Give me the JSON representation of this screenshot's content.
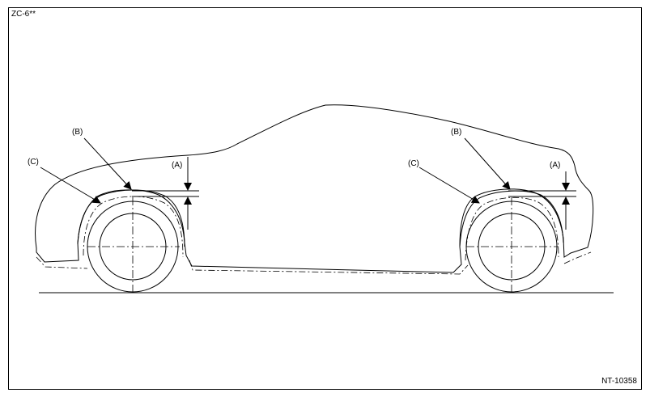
{
  "header": {
    "code": "ZC-6**"
  },
  "footer": {
    "figure_id": "NT-10358"
  },
  "labels": {
    "a": "(A)",
    "b": "(B)",
    "c": "(C)"
  }
}
